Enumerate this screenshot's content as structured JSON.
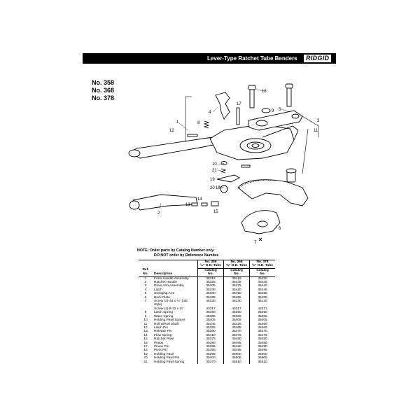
{
  "header": {
    "title": "Lever-Type Ratchet Tube Benders",
    "logo": "RIDGID"
  },
  "models": [
    "No. 358",
    "No. 368",
    "No. 378"
  ],
  "diagram": {
    "callouts": [
      "1",
      "2",
      "3",
      "4",
      "5",
      "6",
      "7",
      "8",
      "9",
      "10",
      "11",
      "12",
      "13",
      "14",
      "15",
      "16",
      "17",
      "18",
      "19",
      "20",
      "21"
    ]
  },
  "note": {
    "line1": "NOTE: Order parts by Catalog Number only.",
    "line2": "DO NOT order by Reference Number."
  },
  "table": {
    "ref_head": [
      "Ref.",
      "No."
    ],
    "desc_head": "Description",
    "model_heads": [
      {
        "model": "No. 358",
        "size": "¼\" O.D. Tube"
      },
      {
        "model": "No. 368",
        "size": "⅜\" O.D. Tube"
      },
      {
        "model": "No. 378",
        "size": "½\" O.D. Tube"
      }
    ],
    "catalog_head": [
      "Catalog",
      "No."
    ],
    "rows": [
      {
        "ref": "1",
        "desc": "Form Handle Assembly",
        "c": [
          "35315",
          "35415",
          "35430"
        ]
      },
      {
        "ref": "2",
        "desc": "Ratchet Handle",
        "c": [
          "35325",
          "35435",
          "35435"
        ]
      },
      {
        "ref": "3",
        "desc": "Drive Arm Assembly",
        "c": [
          "35305",
          "36275",
          "35440"
        ]
      },
      {
        "ref": "4",
        "desc": "Latch",
        "c": [
          "35340",
          "35420",
          "35445"
        ]
      },
      {
        "ref": "5",
        "desc": "Swinging Arm",
        "c": [
          "35300",
          "35450",
          "35450"
        ]
      },
      {
        "ref": "6",
        "desc": "Back Plate",
        "c": [
          "35335",
          "35455",
          "35455"
        ]
      },
      {
        "ref": "7",
        "desc": "Screw (4)-40 x ¾\" (old style)",
        "c": [
          "46130",
          "46130",
          "46130"
        ]
      },
      {
        "ref": "",
        "desc": "Screw (4) 8-32 x ¾\"",
        "c": [
          "43317",
          "43317",
          "43317"
        ]
      },
      {
        "ref": "8",
        "desc": "Latch Spring",
        "c": [
          "35350",
          "35350",
          "35350"
        ]
      },
      {
        "ref": "9",
        "desc": "Wave Spring",
        "c": [
          "35365",
          "35365",
          "35365"
        ]
      },
      {
        "ref": "10",
        "desc": "Holding Pawl Spacer",
        "c": [
          "35405",
          "35405",
          "35405"
        ]
      },
      {
        "ref": "11",
        "desc": "Roll w/Roll Shaft",
        "c": [
          "35345",
          "35425",
          "35460"
        ]
      },
      {
        "ref": "12",
        "desc": "Latch Pin",
        "c": [
          "35355",
          "35465",
          "35465"
        ]
      },
      {
        "ref": "13",
        "desc": "Release Pin",
        "c": [
          "35360",
          "35470",
          "35470"
        ]
      },
      {
        "ref": "14",
        "desc": "Flow Spring",
        "c": [
          "35410",
          "35475",
          "35475"
        ]
      },
      {
        "ref": "15",
        "desc": "Ratchet Pawl",
        "c": [
          "35375",
          "35480",
          "35480"
        ]
      },
      {
        "ref": "16",
        "desc": "Pinion",
        "c": [
          "35380",
          "35485",
          "35485"
        ]
      },
      {
        "ref": "17",
        "desc": "Pinion Pin",
        "c": [
          "35385",
          "35490",
          "35490"
        ]
      },
      {
        "ref": "18",
        "desc": "Pivot Pin",
        "c": [
          "35390",
          "35495",
          "35495"
        ]
      },
      {
        "ref": "19",
        "desc": "Holding Pawl",
        "c": [
          "35395",
          "35500",
          "35500"
        ]
      },
      {
        "ref": "20",
        "desc": "Holding Pawl Pin",
        "c": [
          "35400",
          "35505",
          "35505"
        ]
      },
      {
        "ref": "21",
        "desc": "Holding Pawl Spring",
        "c": [
          "35370",
          "35510",
          "35510"
        ]
      }
    ]
  }
}
